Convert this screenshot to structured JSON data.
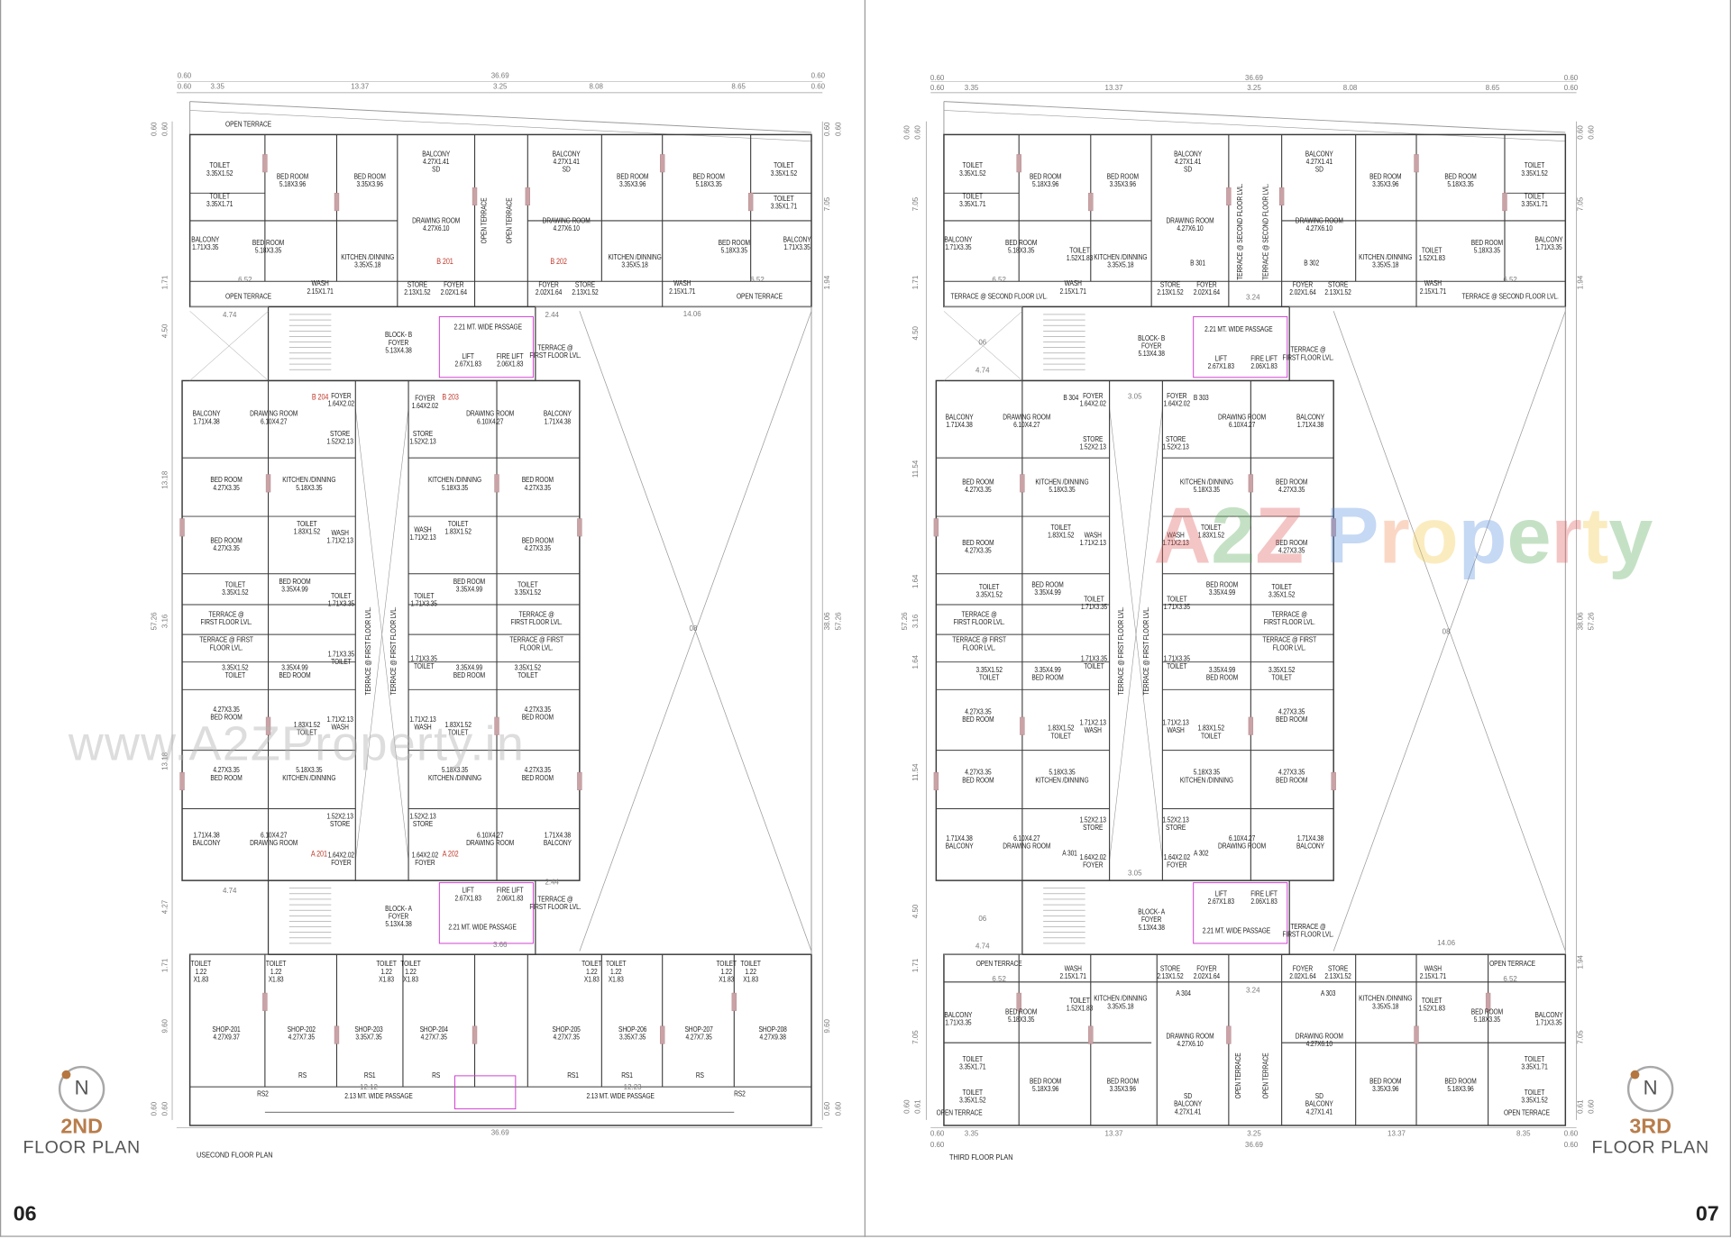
{
  "pages": [
    {
      "number": "06",
      "badge": {
        "north": "N",
        "level": "2ND",
        "title": "FLOOR PLAN"
      },
      "caption": "USECOND FLOOR PLAN",
      "watermark": "www.A2ZProperty.in",
      "labels": [
        "OPEN TERRACE",
        "TOILET\n3.35X1.52",
        "BED ROOM\n5.18X3.96",
        "BED ROOM\n3.35X3.96",
        "BALCONY\n4.27X1.41\nSD",
        "DRAWING ROOM\n4.27X6.10",
        "OPEN TERRACE",
        "OPEN TERRACE",
        "BALCONY\n4.27X1.41\nSD",
        "DRAWING ROOM\n4.27X6.10",
        "BED ROOM\n3.35X3.96",
        "BED ROOM\n5.18X3.35",
        "TOILET\n3.35X1.52",
        "TOILET\n3.35X1.71",
        "TOILET\n3.35X1.71",
        "BALCONY\n1.71X3.35",
        "BED ROOM\n5.18X3.35",
        "KITCHEN /DINNING\n3.35X5.18",
        "B 201",
        "B 202",
        "KITCHEN /DINNING\n3.35X5.18",
        "BED ROOM\n5.18X3.35",
        "BALCONY\n1.71X3.35",
        "WASH\n2.15X1.71",
        "STORE\n2.13X1.52",
        "FOYER\n2.02X1.64",
        "FOYER\n2.02X1.64",
        "STORE\n2.13X1.52",
        "WASH\n2.15X1.71",
        "OPEN TERRACE",
        "OPEN TERRACE",
        "2.21 MT. WIDE PASSAGE",
        "BLOCK- B\nFOYER\n5.13X4.38",
        "LIFT\n2.67X1.83",
        "FIRE LIFT\n2.06X1.83",
        "TERRACE @\nFIRST FLOOR LVL.",
        "B 204",
        "FOYER\n1.64X2.02",
        "FOYER\n1.64X2.02",
        "B 203",
        "BALCONY\n1.71X4.38",
        "DRAWING ROOM\n6.10X4.27",
        "DRAWING ROOM\n6.10X4.27",
        "BALCONY\n1.71X4.38",
        "STORE\n1.52X2.13",
        "STORE\n1.52X2.13",
        "BED ROOM\n4.27X3.35",
        "KITCHEN /DINNING\n5.18X3.35",
        "KITCHEN /DINNING\n5.18X3.35",
        "BED ROOM\n4.27X3.35",
        "TOILET\n1.83X1.52",
        "WASH\n1.71X2.13",
        "WASH\n1.71X2.13",
        "TOILET\n1.83X1.52",
        "BED ROOM\n4.27X3.35",
        "BED ROOM\n4.27X3.35",
        "TOILET\n3.35X1.52",
        "BED ROOM\n3.35X4.99",
        "TOILET\n1.71X3.35",
        "TOILET\n1.71X3.35",
        "BED ROOM\n3.35X4.99",
        "TOILET\n3.35X1.52",
        "TERRACE @\nFIRST FLOOR LVL.",
        "TERRACE @\nFIRST FLOOR LVL.",
        "TERRACE @ FIRST\nFLOOR LVL.",
        "TERRACE @ FIRST\nFLOOR LVL.",
        "TERRACE @ FIRST FLOOR LVL.",
        "TERRACE @ FIRST FLOOR LVL.",
        "3.35X1.52\nTOILET",
        "3.35X4.99\nBED ROOM",
        "1.71X3.35\nTOILET",
        "1.71X3.35\nTOILET",
        "3.35X4.99\nBED ROOM",
        "3.35X1.52\nTOILET",
        "4.27X3.35\nBED ROOM",
        "1.83X1.52\nTOILET",
        "1.71X2.13\nWASH",
        "1.71X2.13\nWASH",
        "1.83X1.52\nTOILET",
        "4.27X3.35\nBED ROOM",
        "4.27X3.35\nBED ROOM",
        "5.18X3.35\nKITCHEN /DINNING",
        "5.18X3.35\nKITCHEN /DINNING",
        "4.27X3.35\nBED ROOM",
        "1.52X2.13\nSTORE",
        "1.52X2.13\nSTORE",
        "1.71X4.38\nBALCONY",
        "6.10X4.27\nDRAWING ROOM",
        "6.10X4.27\nDRAWING ROOM",
        "1.71X4.38\nBALCONY",
        "A 201",
        "1.64X2.02\nFOYER",
        "1.64X2.02\nFOYER",
        "A 202",
        "LIFT\n2.67X1.83",
        "FIRE LIFT\n2.06X1.83",
        "TERRACE @\nFIRST FLOOR LVL.",
        "BLOCK- A\nFOYER\n5.13X4.38",
        "2.21 MT. WIDE PASSAGE",
        "TOILET\n1.22\nX1.83",
        "TOILET\n1.22\nX1.83",
        "TOILET\n1.22\nX1.83",
        "TOILET\n1.22\nX1.83",
        "TOILET\n1.22\nX1.83",
        "TOILET\n1.22\nX1.83",
        "TOILET\n1.22\nX1.83",
        "TOILET\n1.22\nX1.83",
        "SHOP-201\n4.27X9.37",
        "SHOP-202\n4.27X7.35",
        "SHOP-203\n3.35X7.35",
        "SHOP-204\n4.27X7.35",
        "SHOP-205\n4.27X7.35",
        "SHOP-206\n3.35X7.35",
        "SHOP-207\n4.27X7.35",
        "SHOP-208\n4.27X9.38",
        "RS2",
        "RS",
        "RS1",
        "RS",
        "RS1",
        "RS1",
        "RS",
        "RS2",
        "2.13 MT. WIDE PASSAGE",
        "2.13 MT. WIDE PASSAGE"
      ],
      "dims": [
        "0.60",
        "36.69",
        "0.60",
        "0.60",
        "3.35",
        "13.37",
        "3.25",
        "8.08",
        "8.65",
        "0.60",
        "0.60",
        "0.60",
        "1.71",
        "4.50",
        "13.18",
        "57.26",
        "3.16",
        "13.18",
        "4.27",
        "1.71",
        "9.60",
        "0.60",
        "0.60",
        "0.60",
        "0.60",
        "7.05",
        "1.94",
        "38.06",
        "57.26",
        "9.60",
        "0.60",
        "0.60",
        "4.74",
        "14.06",
        "08",
        "4.74",
        "2.44",
        "3.66",
        "12.12",
        "12.23",
        "36.69",
        "6.52",
        "6.52",
        "2.44"
      ]
    },
    {
      "number": "07",
      "badge": {
        "north": "N",
        "level": "3RD",
        "title": "FLOOR PLAN"
      },
      "caption": "THIRD FLOOR PLAN",
      "watermark": "A2Z Property",
      "watermark_colors": [
        "#e05a5a",
        "#5aaa5a",
        "#e05a5a",
        "#ffffff",
        "#5b8fe0",
        "#f08c5a",
        "#f2c94c",
        "#5b8fe0",
        "#5aaa5a",
        "#e05a5a",
        "#f2c94c",
        "#5aaa5a"
      ],
      "labels": [
        "TOILET\n3.35X1.52",
        "BED ROOM\n5.18X3.96",
        "BED ROOM\n3.35X3.96",
        "BALCONY\n4.27X1.41\nSD",
        "DRAWING ROOM\n4.27X6.10",
        "TERRACE @ SECOND FLOOR LVL.",
        "TERRACE @ SECOND FLOOR LVL.",
        "BALCONY\n4.27X1.41\nSD",
        "DRAWING ROOM\n4.27X6.10",
        "BED ROOM\n3.35X3.96",
        "BED ROOM\n5.18X3.35",
        "TOILET\n3.35X1.52",
        "TOILET\n3.35X1.71",
        "TOILET\n3.35X1.71",
        "BALCONY\n1.71X3.35",
        "BED ROOM\n5.18X3.35",
        "TOILET\n1.52X1.83",
        "KITCHEN /DINNING\n3.35X5.18",
        "B 301",
        "B 302",
        "KITCHEN /DINNING\n3.35X5.18",
        "TOILET\n1.52X1.83",
        "BED ROOM\n5.18X3.35",
        "BALCONY\n1.71X3.35",
        "TERRACE @ SECOND FLOOR LVL.",
        "WASH\n2.15X1.71",
        "STORE\n2.13X1.52",
        "FOYER\n2.02X1.64",
        "FOYER\n2.02X1.64",
        "STORE\n2.13X1.52",
        "WASH\n2.15X1.71",
        "TERRACE @ SECOND FLOOR LVL.",
        "2.21 MT. WIDE PASSAGE",
        "BLOCK- B\nFOYER\n5.13X4.38",
        "LIFT\n2.67X1.83",
        "FIRE LIFT\n2.06X1.83",
        "TERRACE @\nFIRST FLOOR LVL.",
        "B 304",
        "FOYER\n1.64X2.02",
        "FOYER\n1.64X2.02",
        "B 303",
        "BALCONY\n1.71X4.38",
        "DRAWING ROOM\n6.10X4.27",
        "STORE\n1.52X2.13",
        "STORE\n1.52X2.13",
        "DRAWING ROOM\n6.10X4.27",
        "BALCONY\n1.71X4.38",
        "BED ROOM\n4.27X3.35",
        "KITCHEN /DINNING\n5.18X3.35",
        "KITCHEN /DINNING\n5.18X3.35",
        "BED ROOM\n4.27X3.35",
        "TOILET\n1.83X1.52",
        "WASH\n1.71X2.13",
        "WASH\n1.71X2.13",
        "TOILET\n1.83X1.52",
        "BED ROOM\n4.27X3.35",
        "BED ROOM\n4.27X3.35",
        "TOILET\n3.35X1.52",
        "BED ROOM\n3.35X4.99",
        "TOILET\n1.71X3.35",
        "TOILET\n1.71X3.35",
        "BED ROOM\n3.35X4.99",
        "TOILET\n3.35X1.52",
        "TERRACE @\nFIRST FLOOR LVL.",
        "TERRACE @\nFIRST FLOOR LVL.",
        "TERRACE @ FIRST\nFLOOR LVL.",
        "TERRACE @ FIRST\nFLOOR LVL.",
        "TERRACE @ FIRST FLOOR LVL.",
        "TERRACE @ FIRST FLOOR LVL.",
        "3.35X1.52\nTOILET",
        "3.35X4.99\nBED ROOM",
        "1.71X3.35\nTOILET",
        "1.71X3.35\nTOILET",
        "3.35X4.99\nBED ROOM",
        "3.35X1.52\nTOILET",
        "4.27X3.35\nBED ROOM",
        "1.83X1.52\nTOILET",
        "1.71X2.13\nWASH",
        "1.71X2.13\nWASH",
        "1.83X1.52\nTOILET",
        "4.27X3.35\nBED ROOM",
        "4.27X3.35\nBED ROOM",
        "5.18X3.35\nKITCHEN /DINNING",
        "5.18X3.35\nKITCHEN /DINNING",
        "4.27X3.35\nBED ROOM",
        "1.52X2.13\nSTORE",
        "1.52X2.13\nSTORE",
        "1.71X4.38\nBALCONY",
        "6.10X4.27\nDRAWING ROOM",
        "6.10X4.27\nDRAWING ROOM",
        "1.71X4.38\nBALCONY",
        "A 301",
        "1.64X2.02\nFOYER",
        "1.64X2.02\nFOYER",
        "A 302",
        "LIFT\n2.67X1.83",
        "FIRE LIFT\n2.06X1.83",
        "BLOCK- A\nFOYER\n5.13X4.38",
        "2.21 MT. WIDE PASSAGE",
        "TERRACE @\nFIRST FLOOR LVL.",
        "OPEN TERRACE",
        "WASH\n2.15X1.71",
        "STORE\n2.13X1.52",
        "FOYER\n2.02X1.64",
        "FOYER\n2.02X1.64",
        "STORE\n2.13X1.52",
        "WASH\n2.15X1.71",
        "OPEN TERRACE",
        "A 304",
        "A 303",
        "BALCONY\n1.71X3.35",
        "BED ROOM\n5.18X3.35",
        "TOILET\n1.52X1.83",
        "KITCHEN /DINNING\n3.35X5.18",
        "KITCHEN /DINNING\n3.35X5.18",
        "TOILET\n1.52X1.83",
        "BED ROOM\n5.18X3.35",
        "BALCONY\n1.71X3.35",
        "DRAWING ROOM\n4.27X6.10",
        "DRAWING ROOM\n4.27X6.10",
        "OPEN TERRACE",
        "OPEN TERRACE",
        "TOILET\n3.35X1.71",
        "TOILET\n3.35X1.71",
        "BED ROOM\n5.18X3.96",
        "BED ROOM\n3.35X3.96",
        "BED ROOM\n3.35X3.96",
        "BED ROOM\n5.18X3.96",
        "TOILET\n3.35X1.52",
        "TOILET\n3.35X1.52",
        "SD\nBALCONY\n4.27X1.41",
        "SD\nBALCONY\n4.27X1.41",
        "OPEN TERRACE",
        "OPEN TERRACE"
      ],
      "dims": [
        "0.60",
        "36.69",
        "0.60",
        "0.60",
        "3.35",
        "13.37",
        "3.25",
        "8.08",
        "8.65",
        "0.60",
        "0.60",
        "0.60",
        "7.05",
        "1.71",
        "4.50",
        "11.54",
        "1.64",
        "57.26",
        "3.16",
        "1.64",
        "11.54",
        "4.50",
        "1.71",
        "7.05",
        "0.60",
        "0.61",
        "0.60",
        "0.60",
        "7.05",
        "1.94",
        "38.06",
        "57.26",
        "1.94",
        "7.05",
        "0.61",
        "0.60",
        "08",
        "14.06",
        "06",
        "06",
        "4.74",
        "4.74",
        "3.05",
        "3.05",
        "6.52",
        "6.52",
        "6.52",
        "6.52",
        "3.24",
        "3.24",
        "0.60",
        "3.35",
        "13.37",
        "3.25",
        "13.37",
        "8.35",
        "0.60",
        "0.60",
        "36.69",
        "0.60"
      ]
    }
  ]
}
